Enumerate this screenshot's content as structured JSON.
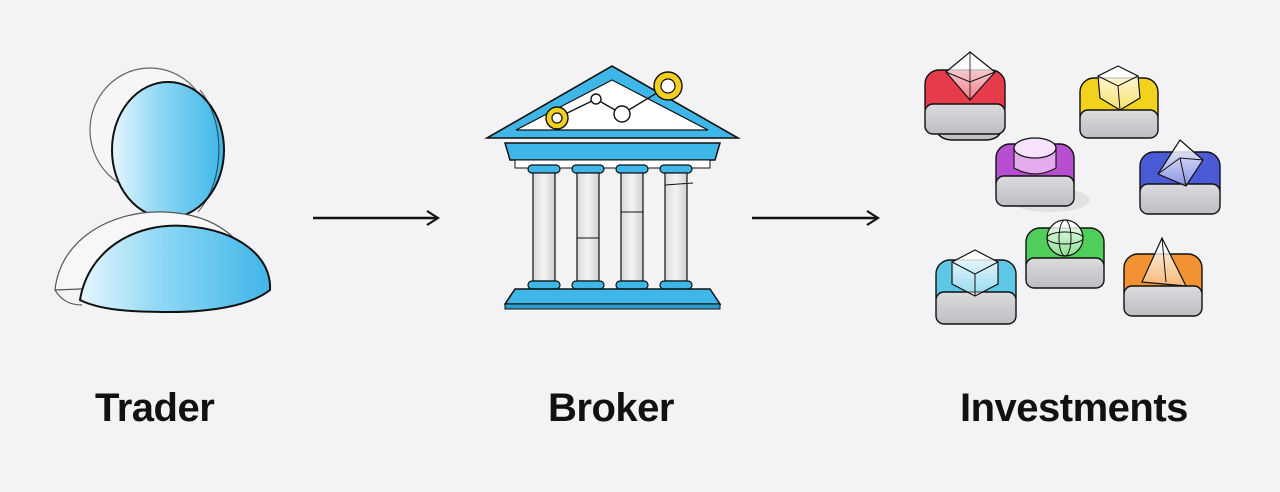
{
  "nodes": [
    {
      "id": "trader",
      "label": "Trader",
      "icon": "person-icon"
    },
    {
      "id": "broker",
      "label": "Broker",
      "icon": "bank-building-icon"
    },
    {
      "id": "investments",
      "label": "Investments",
      "icon": "asset-tiles-icon"
    }
  ],
  "edges": [
    {
      "from": "trader",
      "to": "broker"
    },
    {
      "from": "broker",
      "to": "investments"
    }
  ],
  "colors": {
    "blue": "#3fb6e8",
    "red": "#e63b4a",
    "yellow": "#f2d21c",
    "purple": "#b64fd0",
    "indigo": "#4b5bd6",
    "cyan": "#5ec7e6",
    "green": "#4fcf5a",
    "orange": "#f39232",
    "coin": "#f3d020"
  }
}
